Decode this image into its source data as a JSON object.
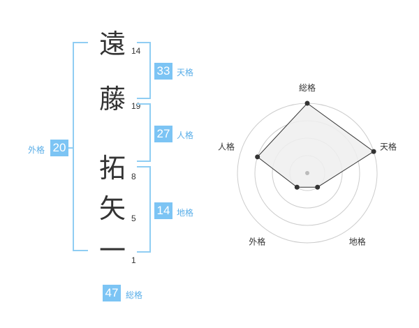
{
  "name": {
    "surname": [
      {
        "char": "遠",
        "strokes": "14"
      },
      {
        "char": "藤",
        "strokes": "19"
      }
    ],
    "given": [
      {
        "char": "拓",
        "strokes": "8"
      },
      {
        "char": "矢",
        "strokes": "5"
      },
      {
        "char": "一",
        "strokes": "1"
      }
    ]
  },
  "kakusu": {
    "tenkaku": {
      "value": "33",
      "label": "天格"
    },
    "jinkaku": {
      "value": "27",
      "label": "人格"
    },
    "chikaku": {
      "value": "14",
      "label": "地格"
    },
    "gaikaku": {
      "value": "20",
      "label": "外格"
    },
    "soukaku": {
      "value": "47",
      "label": "総格"
    }
  },
  "radar": {
    "axes": [
      "総格",
      "天格",
      "地格",
      "外格",
      "人格"
    ],
    "levels": 4,
    "values": [
      4,
      4,
      1,
      1,
      3
    ],
    "colors": {
      "fill": "#eeeeee",
      "line": "#333333",
      "grid": "#cccccc"
    }
  },
  "colors": {
    "accent": "#7cc4f4",
    "label": "#5aaee8",
    "bracket": "#8fcdf3"
  }
}
